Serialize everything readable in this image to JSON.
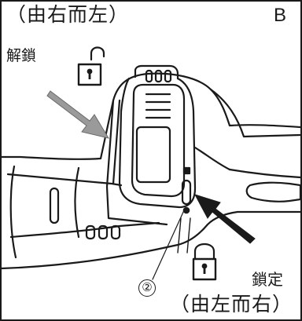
{
  "labels": {
    "direction_top": "（由右而左）",
    "panel_letter": "B",
    "unlock": "解鎖",
    "lock": "鎖定",
    "callout_number": "②",
    "direction_bottom": "（由左而右）"
  },
  "icons": {
    "unlock": "unlocked-padlock-icon",
    "lock": "locked-padlock-icon",
    "push_arrow_left": "gray-arrow-icon",
    "push_arrow_right": "black-arrow-icon"
  },
  "colors": {
    "line": "#1a1a1a",
    "arrow_gray": "#9a9a9a",
    "background": "#ffffff"
  }
}
